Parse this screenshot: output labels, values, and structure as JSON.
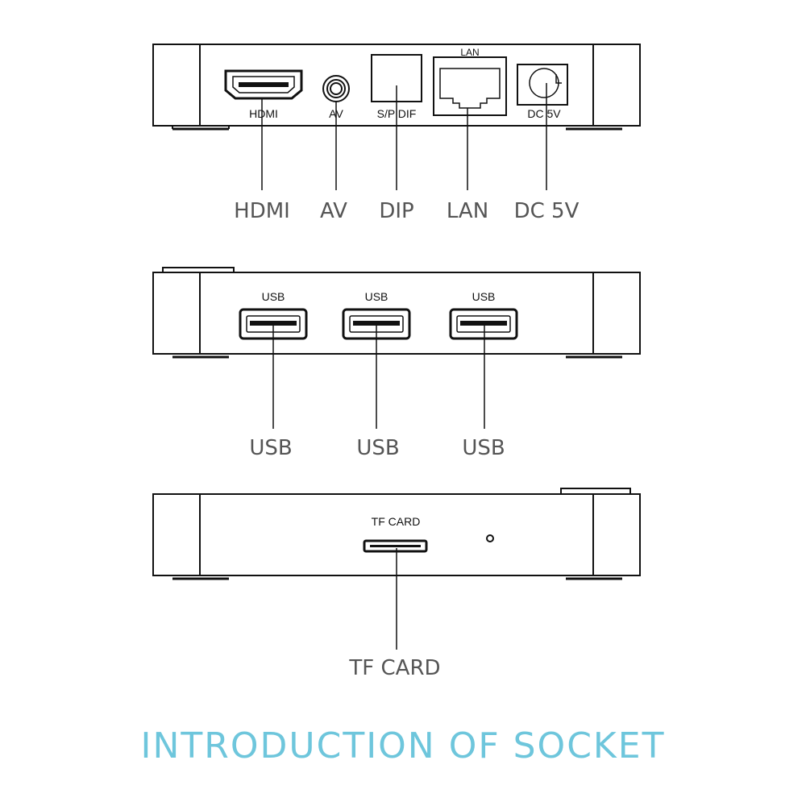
{
  "title": "INTRODUCTION OF SOCKET",
  "colors": {
    "accent": "#6ec6dc",
    "outline": "#111111",
    "callout_text": "#555555"
  },
  "panels": {
    "rear": {
      "ports": {
        "hdmi": "HDMI",
        "av": "AV",
        "spdif": "S/P DIF",
        "lan": "LAN",
        "dc": "DC 5V"
      },
      "callouts": {
        "hdmi": "HDMI",
        "av": "AV",
        "dip": "DIP",
        "lan": "LAN",
        "dc": "DC 5V"
      }
    },
    "side": {
      "ports": [
        "USB",
        "USB",
        "USB"
      ],
      "callouts": [
        "USB",
        "USB",
        "USB"
      ]
    },
    "front": {
      "ports": {
        "tf": "TF CARD"
      },
      "callouts": {
        "tf": "TF CARD"
      }
    }
  }
}
